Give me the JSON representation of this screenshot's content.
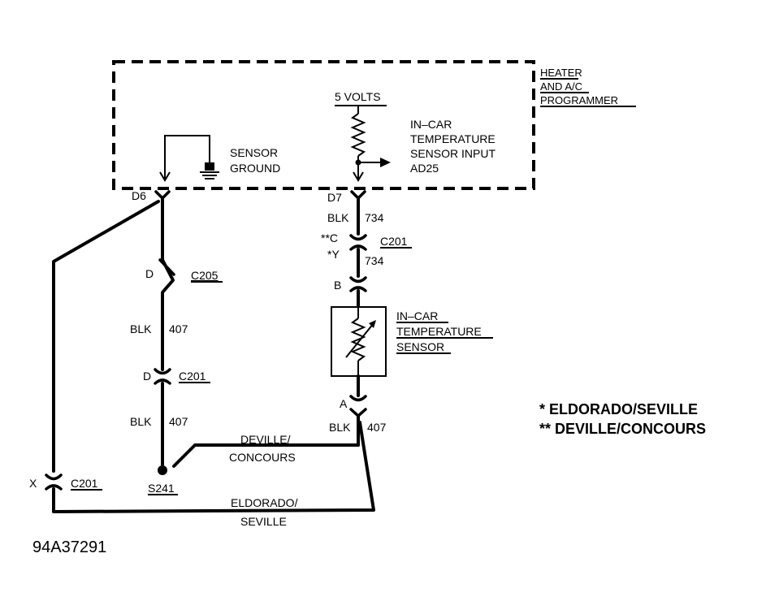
{
  "module": {
    "title_lines": [
      "HEATER",
      "AND  A/C",
      "PROGRAMMER"
    ],
    "sensor_ground_lines": [
      "SENSOR",
      "GROUND"
    ],
    "supply_label": "5 VOLTS",
    "input_lines": [
      "IN–CAR",
      "TEMPERATURE",
      "SENSOR INPUT",
      "AD25"
    ]
  },
  "left_circuit": {
    "pin_d6": "D6",
    "conn_c205_pin": "D",
    "conn_c205": "C205",
    "wire_color": "BLK",
    "wire_circuit": "407",
    "conn_c201_pin": "D",
    "conn_c201": "C201",
    "wire2_color": "BLK",
    "wire2_circuit": "407",
    "splice": "S241"
  },
  "right_circuit": {
    "pin_d7": "D7",
    "wire_color": "BLK",
    "wire_circuit": "734",
    "conn_pin_c": "**C",
    "conn_pin_y": "*Y",
    "conn_c201": "C201",
    "wire2_circuit": "734",
    "pin_b": "B",
    "sensor_lines": [
      "IN–CAR",
      "TEMPERATURE",
      "SENSOR"
    ],
    "pin_a": "A",
    "wire3_color": "BLK",
    "wire3_circuit": "407"
  },
  "far_left": {
    "conn_pin_x": "X",
    "conn_c201": "C201"
  },
  "routes": {
    "deville_lines": [
      "DEVILLE/",
      "CONCOURS"
    ],
    "eldorado_lines": [
      "ELDORADO/",
      "SEVILLE"
    ]
  },
  "legend": {
    "single_star": "* ELDORADO/SEVILLE",
    "double_star": "** DEVILLE/CONCOURS"
  },
  "figure_code": "94A37291"
}
